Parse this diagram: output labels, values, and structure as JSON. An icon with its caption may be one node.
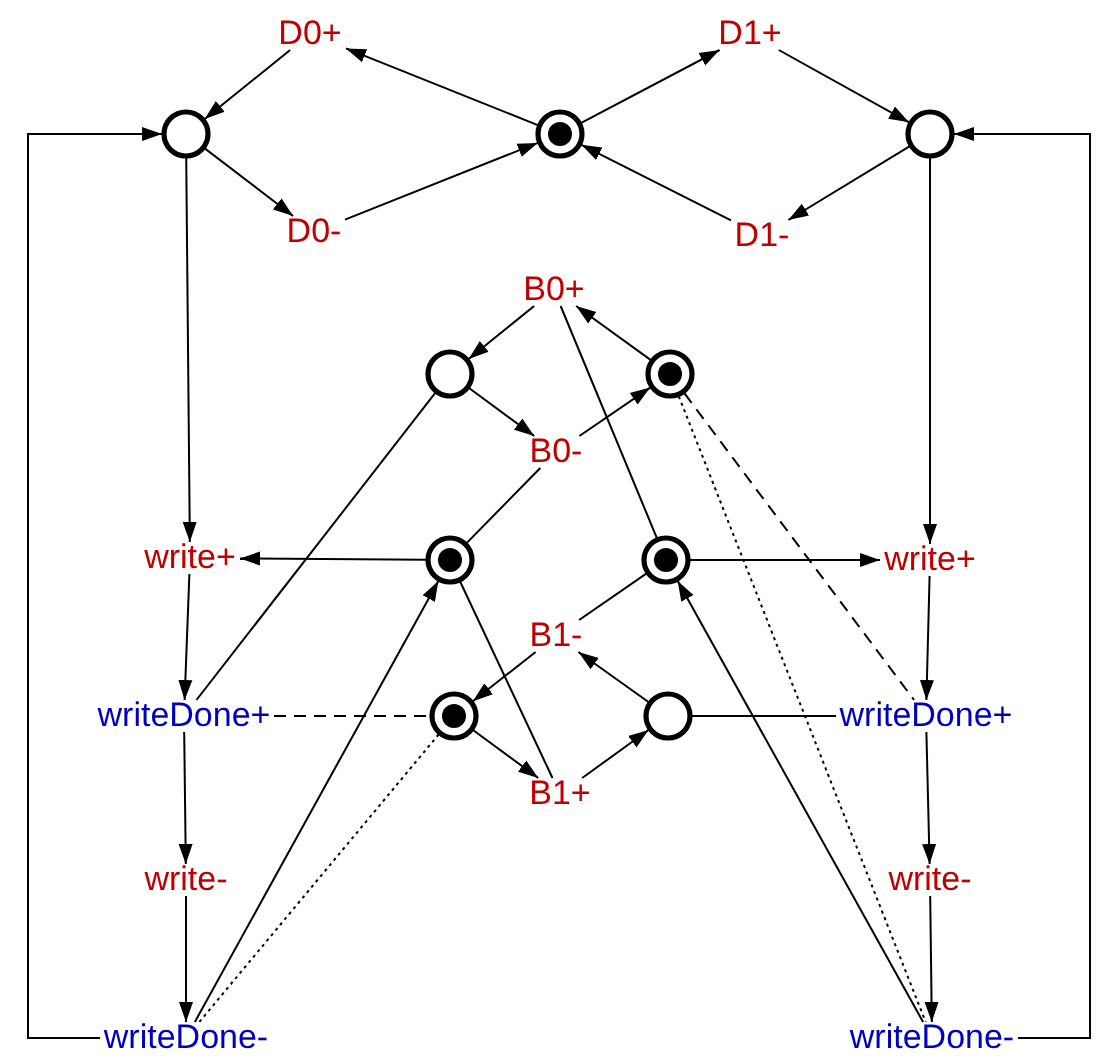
{
  "diagram": {
    "nodes": [
      {
        "text": [
          "D0+"
        ]
      },
      {
        "text": [
          "D1+"
        ]
      },
      {
        "text": [],
        "shape": "circle"
      },
      {
        "text": [],
        "shape": "token"
      },
      {
        "text": [],
        "shape": "circle"
      },
      {
        "text": [
          "D0-"
        ]
      },
      {
        "text": [
          "D1-"
        ]
      },
      {
        "text": [
          "B0+"
        ]
      },
      {
        "text": [],
        "shape": "circle"
      },
      {
        "text": [],
        "shape": "token"
      },
      {
        "text": [
          "B0-"
        ]
      },
      {
        "text": [
          "write+"
        ]
      },
      {
        "text": [],
        "shape": "token"
      },
      {
        "text": [],
        "shape": "token"
      },
      {
        "text": [
          "write+"
        ]
      },
      {
        "text": [
          "B1-"
        ]
      },
      {
        "text": [
          "writeDone+"
        ]
      },
      {
        "text": [],
        "shape": "token"
      },
      {
        "text": [],
        "shape": "circle"
      },
      {
        "text": [
          "writeDone+"
        ]
      },
      {
        "text": [
          "B1+"
        ]
      },
      {
        "text": [
          "write-"
        ]
      },
      {
        "text": [
          "write-"
        ]
      },
      {
        "text": [
          "writeDone-"
        ]
      },
      {
        "text": [
          "writeDone-"
        ]
      }
    ],
    "edges": [
      {
        "from": 3,
        "to": 0,
        "arrow": "to"
      },
      {
        "from": 0,
        "to": 2,
        "arrow": "to"
      },
      {
        "from": 2,
        "to": 5,
        "arrow": "to"
      },
      {
        "from": 5,
        "to": 3,
        "arrow": "to"
      },
      {
        "from": 3,
        "to": 1,
        "arrow": "to"
      },
      {
        "from": 1,
        "to": 4,
        "arrow": "to"
      },
      {
        "from": 4,
        "to": 6,
        "arrow": "to"
      },
      {
        "from": 6,
        "to": 3,
        "arrow": "to"
      },
      {
        "from": 2,
        "to": 11,
        "arrow": "to"
      },
      {
        "from": 4,
        "to": 14,
        "arrow": "to"
      },
      {
        "from": 7,
        "to": 8,
        "arrow": "to"
      },
      {
        "from": 8,
        "to": 10,
        "arrow": "to"
      },
      {
        "from": 10,
        "to": 9,
        "arrow": "to"
      },
      {
        "from": 9,
        "to": 7,
        "arrow": "to"
      },
      {
        "from": 10,
        "to": 12,
        "arrow": "none"
      },
      {
        "from": 7,
        "to": 13,
        "arrow": "none"
      },
      {
        "from": 12,
        "to": 11,
        "arrow": "to"
      },
      {
        "from": 13,
        "to": 14,
        "arrow": "to"
      },
      {
        "from": 12,
        "to": 20,
        "arrow": "none"
      },
      {
        "from": 13,
        "to": 15,
        "arrow": "none"
      },
      {
        "from": 15,
        "to": 17,
        "arrow": "to"
      },
      {
        "from": 17,
        "to": 20,
        "arrow": "to"
      },
      {
        "from": 20,
        "to": 18,
        "arrow": "to"
      },
      {
        "from": 18,
        "to": 15,
        "arrow": "to"
      },
      {
        "from": 16,
        "to": 8,
        "arrow": "none"
      },
      {
        "from": 19,
        "to": 18,
        "arrow": "none"
      },
      {
        "from": 16,
        "to": 17,
        "arrow": "none",
        "style": "dashed"
      },
      {
        "from": 9,
        "to": 19,
        "arrow": "none",
        "style": "dashed"
      },
      {
        "from": 9,
        "to": 24,
        "arrow": "none",
        "style": "dashed"
      },
      {
        "from": 17,
        "to": 23,
        "arrow": "none",
        "style": "dashed"
      },
      {
        "from": 23,
        "to": 12,
        "arrow": "to"
      },
      {
        "from": 24,
        "to": 13,
        "arrow": "to"
      },
      {
        "from": 11,
        "to": 16,
        "arrow": "to"
      },
      {
        "from": 16,
        "to": 21,
        "arrow": "to"
      },
      {
        "from": 21,
        "to": 23,
        "arrow": "to"
      },
      {
        "from": 14,
        "to": 19,
        "arrow": "to"
      },
      {
        "from": 19,
        "to": 22,
        "arrow": "to"
      },
      {
        "from": 22,
        "to": 24,
        "arrow": "to"
      },
      {
        "from": 23,
        "to": 2,
        "arrow": "to"
      },
      {
        "from": 24,
        "to": 4,
        "arrow": "to"
      }
    ]
  }
}
